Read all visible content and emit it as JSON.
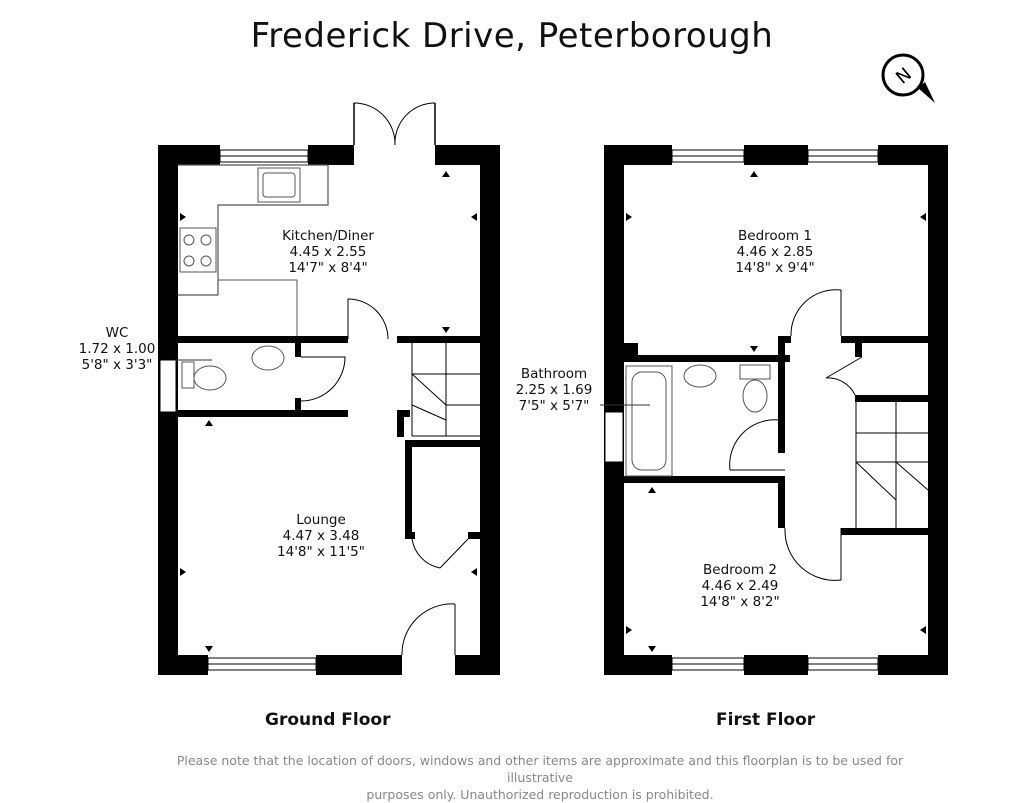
{
  "title": "Frederick Drive, Peterborough",
  "floors": {
    "ground": "Ground Floor",
    "first": "First Floor"
  },
  "rooms": {
    "kitchen": {
      "name": "Kitchen/Diner",
      "metric": "4.45 x 2.55",
      "imperial": "14'7\" x 8'4\""
    },
    "wc": {
      "name": "WC",
      "metric": "1.72 x 1.00",
      "imperial": "5'8\" x 3'3\""
    },
    "lounge": {
      "name": "Lounge",
      "metric": "4.47 x 3.48",
      "imperial": "14'8\" x 11'5\""
    },
    "bedroom1": {
      "name": "Bedroom 1",
      "metric": "4.46 x 2.85",
      "imperial": "14'8\" x 9'4\""
    },
    "bathroom": {
      "name": "Bathroom",
      "metric": "2.25 x 1.69",
      "imperial": "7'5\" x 5'7\""
    },
    "bedroom2": {
      "name": "Bedroom 2",
      "metric": "4.46 x 2.49",
      "imperial": "14'8\" x 8'2\""
    }
  },
  "compass": {
    "label": "N",
    "icon": "north-arrow-icon"
  },
  "disclaimer": {
    "line1": "Please note that the location of doors, windows and other items are approximate and this floorplan is to be used for illustrative",
    "line2": "purposes only. Unauthorized reproduction is prohibited."
  },
  "colors": {
    "wall": "#000000",
    "fixture": "#555555",
    "text": "#111111",
    "disclaimer": "#888888"
  }
}
